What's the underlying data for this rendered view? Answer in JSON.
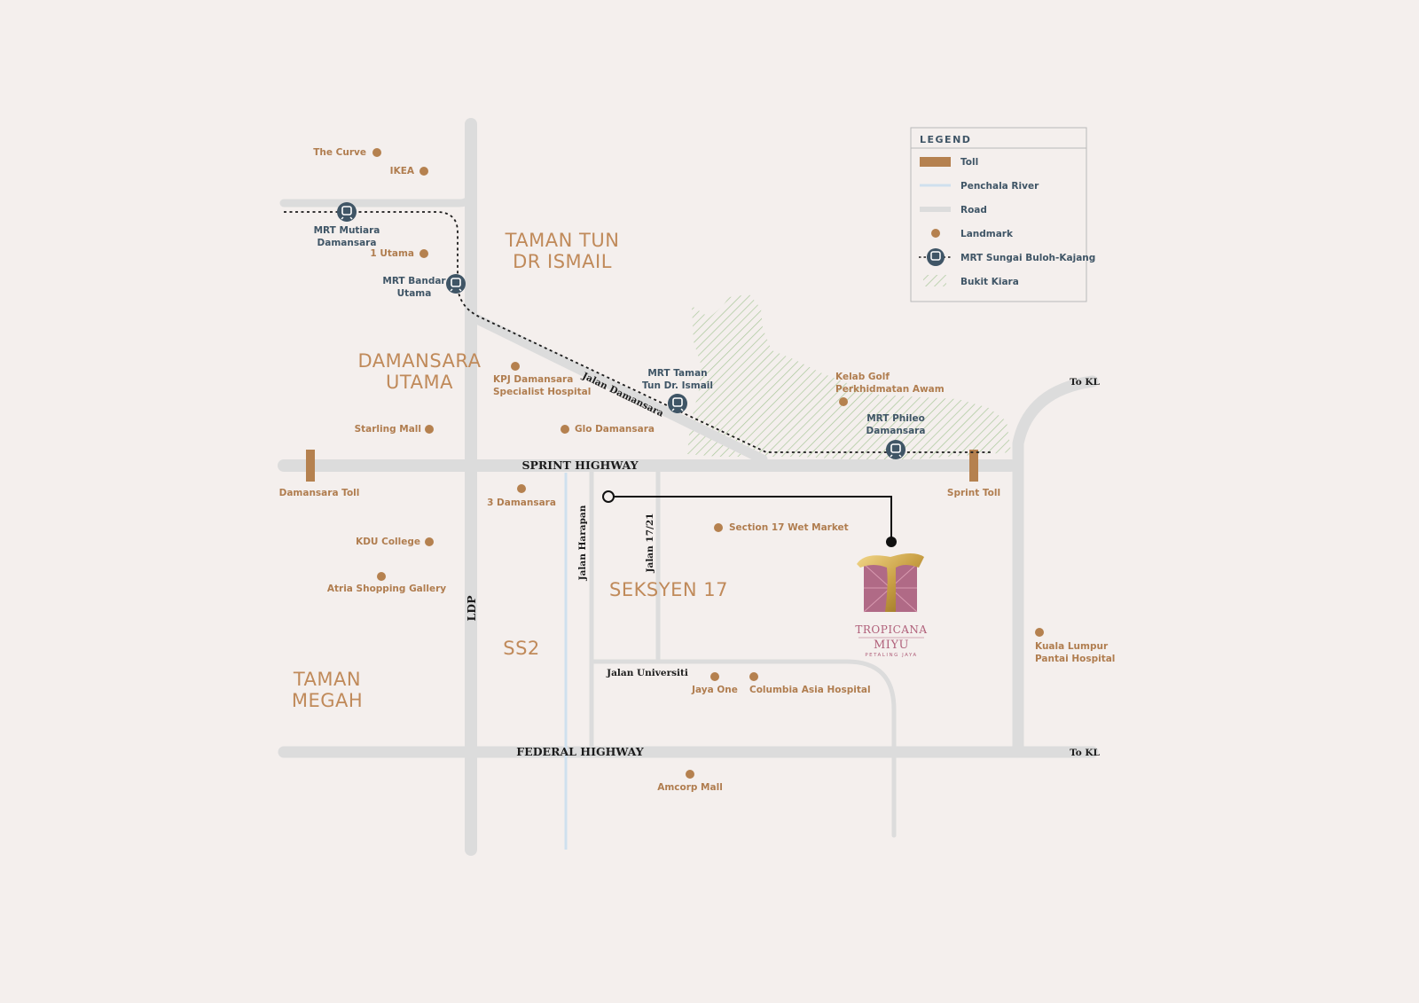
{
  "legend": {
    "title": "LEGEND",
    "items": [
      {
        "label": "Toll",
        "icon": "toll-bar-icon",
        "color": "#b5814f"
      },
      {
        "label": "Penchala River",
        "icon": "river-line-icon",
        "color": "#cfe0ee"
      },
      {
        "label": "Road",
        "icon": "road-line-icon",
        "color": "#dcdcdc"
      },
      {
        "label": "Landmark",
        "icon": "landmark-dot-icon",
        "color": "#b5814f"
      },
      {
        "label": "MRT Sungai Buloh-Kajang",
        "icon": "mrt-train-icon",
        "color": "#3f5566"
      },
      {
        "label": "Bukit Kiara",
        "icon": "hatch-area-icon",
        "color": "#a9c79a"
      }
    ]
  },
  "areas": {
    "taman_tun_1": "TAMAN TUN",
    "taman_tun_2": "DR ISMAIL",
    "damansara_utama_1": "DAMANSARA",
    "damansara_utama_2": "UTAMA",
    "seksyen17": "SEKSYEN 17",
    "ss2": "SS2",
    "taman_megah_1": "TAMAN",
    "taman_megah_2": "MEGAH"
  },
  "roads": {
    "sprint": "SPRINT HIGHWAY",
    "federal": "FEDERAL HIGHWAY",
    "ldp": "LDP",
    "jalan_damansara": "Jalan Damansara",
    "jalan_harapan": "Jalan Harapan",
    "jalan_1721": "Jalan 17/21",
    "jalan_universiti": "Jalan Universiti",
    "to_kl_top": "To KL",
    "to_kl_bottom": "To KL"
  },
  "landmarks": {
    "the_curve": "The Curve",
    "ikea": "IKEA",
    "one_utama": "1 Utama",
    "kpj_1": "KPJ Damansara",
    "kpj_2": "Specialist Hospital",
    "starling": "Starling Mall",
    "glo": "Glo Damansara",
    "kelab_1": "Kelab Golf",
    "kelab_2": "Perkhidmatan Awam",
    "three_damansara": "3 Damansara",
    "section17": "Section 17 Wet Market",
    "kdu": "KDU College",
    "atria": "Atria Shopping Gallery",
    "jaya_one": "Jaya One",
    "columbia": "Columbia Asia Hospital",
    "amcorp": "Amcorp Mall",
    "klpp_1": "Kuala Lumpur",
    "klpp_2": "Pantai Hospital"
  },
  "tolls": {
    "damansara": "Damansara Toll",
    "sprint": "Sprint Toll"
  },
  "mrt": {
    "mutiara_1": "MRT Mutiara",
    "mutiara_2": "Damansara",
    "bandar_1": "MRT Bandar",
    "bandar_2": "Utama",
    "ttdi_1": "MRT Taman",
    "ttdi_2": "Tun Dr. Ismail",
    "phileo_1": "MRT Phileo",
    "phileo_2": "Damansara"
  },
  "project": {
    "logo_letter": "T",
    "name_1": "TROPICANA",
    "name_2": "MIYU",
    "name_3": "PETALING JAYA"
  },
  "colors": {
    "background": "#f4efed",
    "road": "#dcdcdc",
    "landmark": "#b5814f",
    "mrt": "#3f5566",
    "river": "#cfe0ee",
    "hatch": "#a9c79a"
  }
}
